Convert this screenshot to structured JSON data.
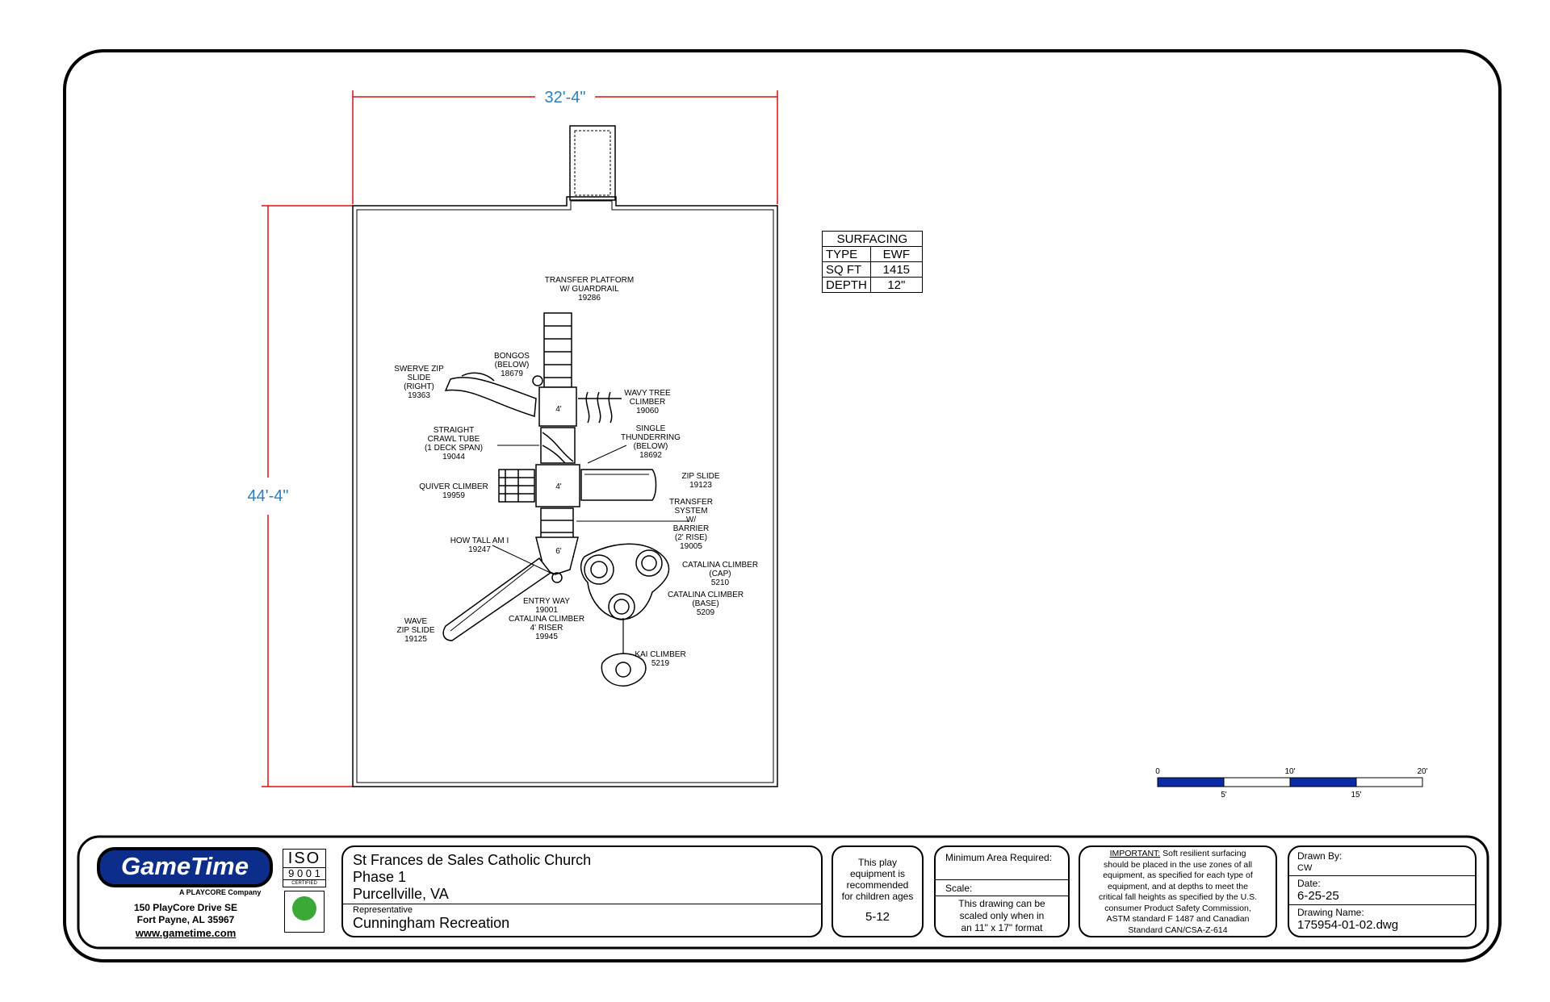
{
  "dimensions": {
    "width": "32'-4\"",
    "height": "44'-4\""
  },
  "surfacing": {
    "title": "SURFACING",
    "rows": [
      {
        "label": "TYPE",
        "value": "EWF"
      },
      {
        "label": "SQ FT",
        "value": "1415"
      },
      {
        "label": "DEPTH",
        "value": "12\""
      }
    ]
  },
  "components": [
    {
      "name": "TRANSFER PLATFORM",
      "lines": [
        "TRANSFER PLATFORM",
        "W/ GUARDRAIL",
        "19286"
      ]
    },
    {
      "name": "BONGOS",
      "lines": [
        "BONGOS",
        "(BELOW)",
        "18679"
      ]
    },
    {
      "name": "SWERVE ZIP SLIDE",
      "lines": [
        "SWERVE ZIP",
        "SLIDE",
        "(RIGHT)",
        "19363"
      ]
    },
    {
      "name": "WAVY TREE CLIMBER",
      "lines": [
        "WAVY TREE",
        "CLIMBER",
        "19060"
      ]
    },
    {
      "name": "STRAIGHT CRAWL TUBE",
      "lines": [
        "STRAIGHT",
        "CRAWL TUBE",
        "(1 DECK SPAN)",
        "19044"
      ]
    },
    {
      "name": "SINGLE THUNDERRING",
      "lines": [
        "SINGLE",
        "THUNDERRING",
        "(BELOW)",
        "18692"
      ]
    },
    {
      "name": "QUIVER CLIMBER",
      "lines": [
        "QUIVER CLIMBER",
        "19959"
      ]
    },
    {
      "name": "ZIP SLIDE",
      "lines": [
        "ZIP SLIDE",
        "19123"
      ]
    },
    {
      "name": "TRANSFER SYSTEM",
      "lines": [
        "TRANSFER",
        "SYSTEM",
        "W/",
        "BARRIER",
        "(2' RISE)",
        "19005"
      ]
    },
    {
      "name": "HOW TALL AM I",
      "lines": [
        "HOW TALL AM I",
        "19247"
      ]
    },
    {
      "name": "CATALINA CLIMBER CAP",
      "lines": [
        "CATALINA CLIMBER",
        "(CAP)",
        "5210"
      ]
    },
    {
      "name": "CATALINA CLIMBER BASE",
      "lines": [
        "CATALINA CLIMBER",
        "(BASE)",
        "5209"
      ]
    },
    {
      "name": "ENTRY WAY",
      "lines": [
        "ENTRY WAY",
        "19001",
        "CATALINA CLIMBER",
        "4' RISER",
        "19945"
      ]
    },
    {
      "name": "WAVE ZIP SLIDE",
      "lines": [
        "WAVE",
        "ZIP SLIDE",
        "19125"
      ]
    },
    {
      "name": "KAI CLIMBER",
      "lines": [
        "KAI CLIMBER",
        "5219"
      ]
    }
  ],
  "deck_heights": [
    "4'",
    "4'",
    "6'"
  ],
  "scale_bar": {
    "ticks_top": [
      "0",
      "10'",
      "20'"
    ],
    "ticks_bottom": [
      "5'",
      "15'"
    ],
    "color": "#0a2aa8"
  },
  "company": {
    "name": "GameTime",
    "tagline": "A PLAYCORE Company",
    "address1": "150 PlayCore Drive SE",
    "address2": "Fort Payne, AL 35967",
    "website": "www.gametime.com",
    "iso": "ISO",
    "iso_number": "9 0 0 1",
    "iso_certified": "CERTIFIED"
  },
  "project": {
    "name": "St Frances de Sales Catholic Church",
    "phase": "Phase 1",
    "location": "Purcellville, VA",
    "representative_label": "Representative",
    "representative": "Cunningham Recreation"
  },
  "ages": {
    "text": [
      "This play",
      "equipment is",
      "recommended",
      "for children ages"
    ],
    "range": "5-12"
  },
  "area": {
    "min_label": "Minimum Area Required:",
    "scale_label": "Scale:",
    "scale_note": [
      "This drawing can be",
      "scaled only when in",
      "an 11\" x 17\" format"
    ]
  },
  "important": {
    "heading": "IMPORTANT:",
    "first": " Soft resilient surfacing",
    "lines": [
      "should be placed in the use zones of all",
      "equipment, as specified for each type of",
      "equipment, and at depths to meet the",
      "critical fall heights as specified by the U.S.",
      "consumer Product Safety Commission,",
      "ASTM standard F 1487 and Canadian",
      "Standard CAN/CSA-Z-614"
    ]
  },
  "drawing": {
    "drawn_by_label": "Drawn By:",
    "drawn_by": "CW",
    "date_label": "Date:",
    "date": "6-25-25",
    "name_label": "Drawing Name:",
    "name": "175954-01-02.dwg"
  }
}
